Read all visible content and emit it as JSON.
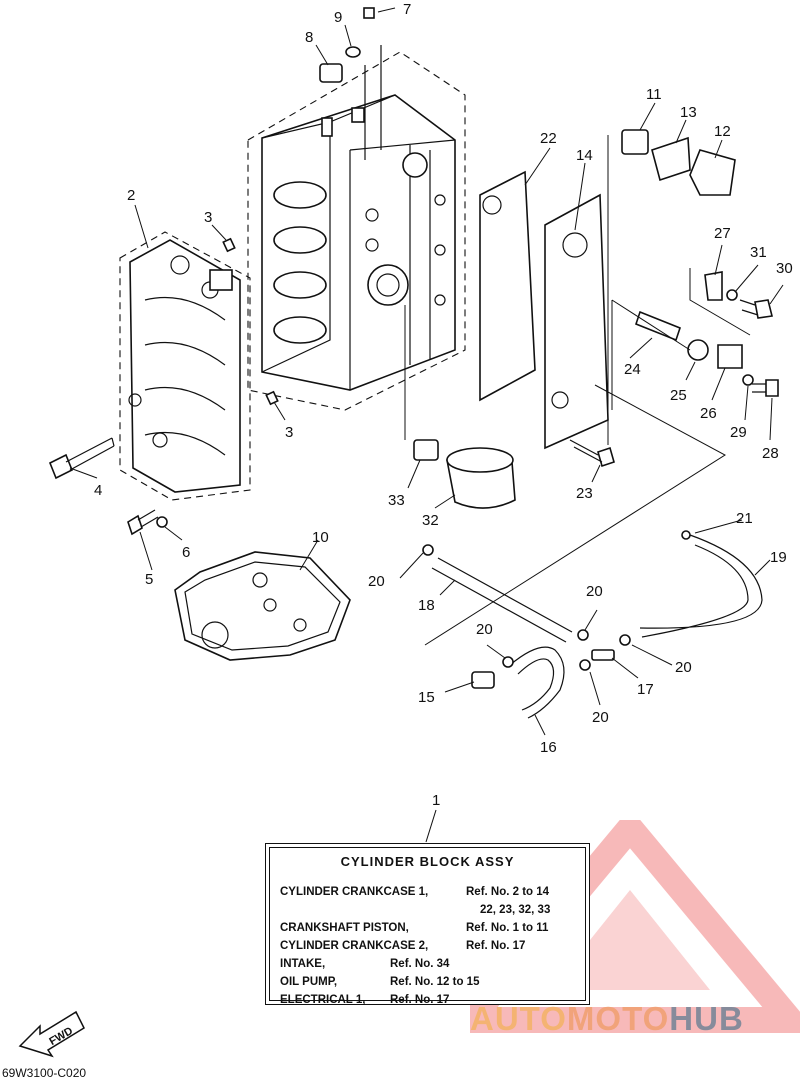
{
  "callouts": {
    "c1": "1",
    "c2": "2",
    "c3a": "3",
    "c3b": "3",
    "c4": "4",
    "c5": "5",
    "c6": "6",
    "c7": "7",
    "c8": "8",
    "c9": "9",
    "c10": "10",
    "c11": "11",
    "c12": "12",
    "c13": "13",
    "c14": "14",
    "c15": "15",
    "c16": "16",
    "c17": "17",
    "c18": "18",
    "c19": "19",
    "c20a": "20",
    "c20b": "20",
    "c20c": "20",
    "c20d": "20",
    "c20e": "20",
    "c21": "21",
    "c22": "22",
    "c23": "23",
    "c24": "24",
    "c25": "25",
    "c26": "26",
    "c27": "27",
    "c28": "28",
    "c29": "29",
    "c30": "30",
    "c31": "31",
    "c32": "32",
    "c33": "33"
  },
  "legend": {
    "title": "CYLINDER BLOCK ASSY",
    "rows": [
      {
        "name": "CYLINDER CRANKCASE 1,",
        "ref": "Ref. No. 2 to 14"
      },
      {
        "name": "",
        "ref": "22, 23, 32, 33"
      },
      {
        "name": "CRANKSHAFT PISTON,",
        "ref": "Ref. No. 1 to 11"
      },
      {
        "name": "CYLINDER CRANKCASE 2,",
        "ref": "Ref. No. 17"
      },
      {
        "name": "INTAKE,",
        "ref": "Ref. No. 34"
      },
      {
        "name": "OIL PUMP,",
        "ref": "Ref. No. 12 to 15"
      },
      {
        "name": "ELECTRICAL 1,",
        "ref": "Ref. No. 17"
      }
    ]
  },
  "fwd_label": "FWD",
  "diagram_code": "69W3100-C020",
  "watermark": {
    "part1": "AUTO",
    "part2": "MOTO",
    "part3": "HUB"
  }
}
